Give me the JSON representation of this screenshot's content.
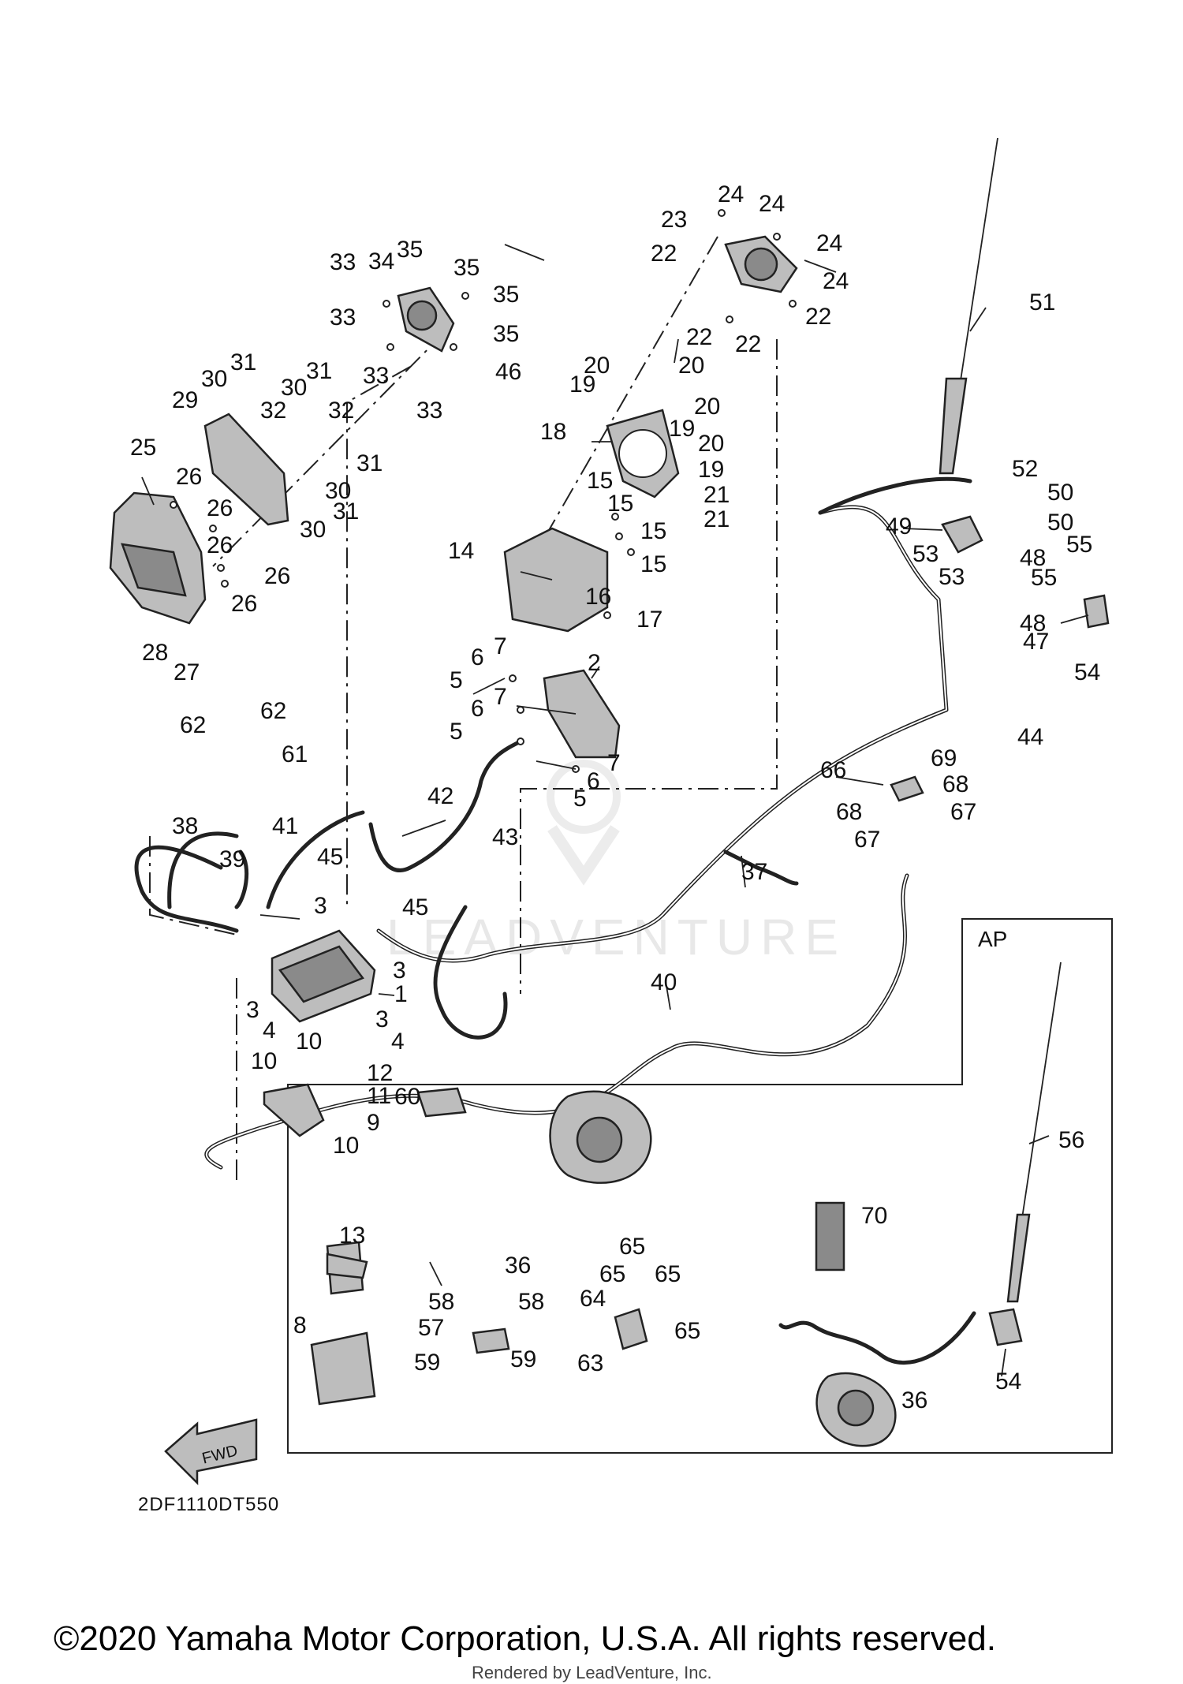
{
  "diagram": {
    "section_label": "AP",
    "part_code": "2DF1110DT550",
    "forward_label": "FWD",
    "watermark": "LEADVENTURE",
    "copyright": "©2020 Yamaha Motor Corporation, U.S.A. All rights reserved.",
    "rendered_by": "Rendered by LeadVenture, Inc.",
    "callouts": [
      "1",
      "2",
      "3",
      "3",
      "3",
      "3",
      "4",
      "4",
      "5",
      "5",
      "5",
      "6",
      "6",
      "6",
      "7",
      "7",
      "7",
      "8",
      "9",
      "10",
      "10",
      "10",
      "11",
      "12",
      "13",
      "14",
      "15",
      "15",
      "15",
      "15",
      "16",
      "17",
      "18",
      "19",
      "19",
      "19",
      "20",
      "20",
      "20",
      "20",
      "21",
      "21",
      "22",
      "22",
      "22",
      "22",
      "23",
      "24",
      "24",
      "24",
      "24",
      "25",
      "26",
      "26",
      "26",
      "26",
      "26",
      "27",
      "28",
      "29",
      "30",
      "30",
      "30",
      "30",
      "31",
      "31",
      "31",
      "31",
      "32",
      "32",
      "33",
      "33",
      "33",
      "33",
      "34",
      "35",
      "35",
      "35",
      "35",
      "36",
      "36",
      "37",
      "38",
      "39",
      "40",
      "41",
      "42",
      "43",
      "44",
      "45",
      "45",
      "46",
      "47",
      "48",
      "48",
      "49",
      "50",
      "50",
      "51",
      "52",
      "53",
      "53",
      "54",
      "54",
      "55",
      "55",
      "56",
      "57",
      "58",
      "58",
      "59",
      "59",
      "60",
      "61",
      "62",
      "62",
      "63",
      "64",
      "65",
      "65",
      "65",
      "65",
      "66",
      "67",
      "67",
      "68",
      "68",
      "69",
      "70"
    ]
  }
}
